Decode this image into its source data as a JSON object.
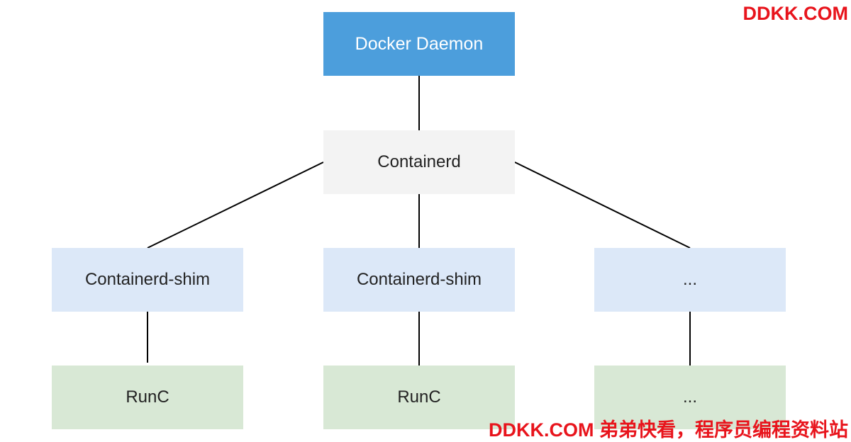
{
  "colors": {
    "daemon": "#4c9edc",
    "containerd": "#f3f3f3",
    "shim": "#dce8f8",
    "runc": "#d8e8d5",
    "daemon_text": "#ffffff",
    "node_text": "#222222",
    "watermark": "#e8141c"
  },
  "nodes": {
    "daemon": {
      "label": "Docker Daemon"
    },
    "containerd": {
      "label": "Containerd"
    },
    "shims": [
      {
        "label": "Containerd-shim"
      },
      {
        "label": "Containerd-shim"
      },
      {
        "label": "..."
      }
    ],
    "runtimes": [
      {
        "label": "RunC"
      },
      {
        "label": "RunC"
      },
      {
        "label": "..."
      }
    ]
  },
  "edges": [
    [
      "daemon",
      "containerd"
    ],
    [
      "containerd",
      "shim-1"
    ],
    [
      "containerd",
      "shim-2"
    ],
    [
      "containerd",
      "shim-3"
    ],
    [
      "shim-1",
      "runc-1"
    ],
    [
      "shim-2",
      "runc-2"
    ],
    [
      "shim-3",
      "runc-3"
    ]
  ],
  "watermark": {
    "top": "DDKK.COM",
    "bottom": "DDKK.COM 弟弟快看，程序员编程资料站"
  }
}
